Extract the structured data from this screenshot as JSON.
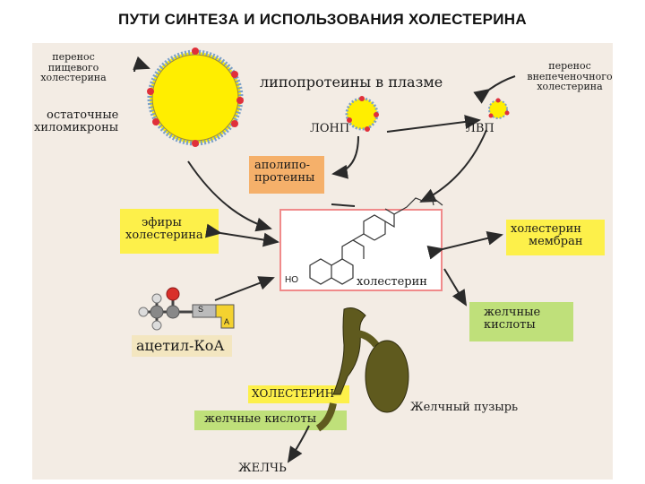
{
  "title": "ПУТИ СИНТЕЗА И ИСПОЛЬЗОВАНИЯ ХОЛЕСТЕРИНА",
  "labels": {
    "dietary_transfer_1": "перенос",
    "dietary_transfer_2": "пищевого",
    "dietary_transfer_3": "холестерина",
    "extrahepatic_transfer_1": "перенос",
    "extrahepatic_transfer_2": "внепеченочного",
    "extrahepatic_transfer_3": "холестерина",
    "plasma_lipoproteins": "липопротеины в плазме",
    "residual_1": "остаточные",
    "residual_2": "хиломикроны",
    "ldl": "ЛОНП",
    "hdl": "ЛВП",
    "apolipo_1": "аполипо-",
    "apolipo_2": "протеины",
    "esters_1": "эфиры",
    "esters_2": "холестерина",
    "membrane_chol_1": "холестерин",
    "membrane_chol_2": "мембран",
    "cholesterol": "холестерин",
    "ho_group": "HO",
    "bile_acids_1": "желчные",
    "bile_acids_2": "кислоты",
    "coa_s": "S",
    "coa_a": "A",
    "acetyl_coa": "ацетил-КоА",
    "cholesterol_caps": "ХОЛЕСТЕРИН",
    "bile_acids_bottom": "желчные кислоты",
    "gallbladder": "Желчный пузырь",
    "bile": "ЖЕЛЧЬ"
  },
  "colors": {
    "yellow_box": "#fdf04a",
    "orange_box": "#f5b06a",
    "green_box": "#bfe07a",
    "sphere": "#ffee00",
    "sphere_rim": "#7aa0c8",
    "red_dot": "#e0303a",
    "gallbladder": "#5f5a1e",
    "arrow": "#2a2a2a"
  }
}
